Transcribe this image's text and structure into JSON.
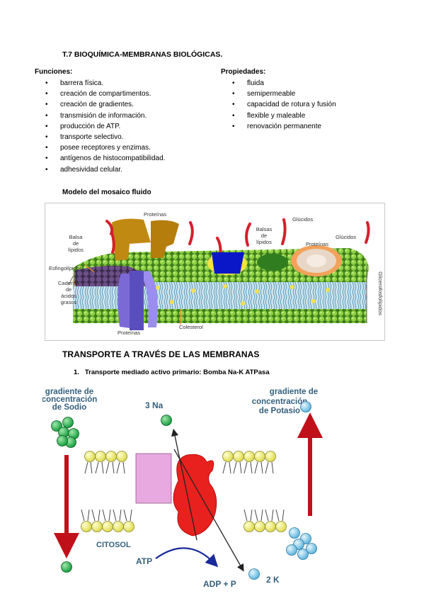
{
  "title": "T.7 BIOQUÍMICA-MEMBRANAS BIOLÓGICAS.",
  "funciones": {
    "heading": "Funciones:",
    "items": [
      "barrera física.",
      "creación de compartimentos.",
      "creación de gradientes.",
      "transmisión de información.",
      "producción de ATP.",
      "transporte selectivo.",
      "posee receptores y enzimas.",
      "antígenos de histocompatibilidad.",
      "adhesividad celular."
    ]
  },
  "propiedades": {
    "heading": "Propiedades:",
    "items": [
      "fluida",
      "semipermeable",
      "capacidad de rotura y fusión",
      "flexible y maleable",
      "renovación permanente"
    ]
  },
  "mosaico": {
    "heading": "Modelo del mosaico fluido",
    "labels": {
      "proteinas_top": "Proteínas",
      "balsa_left": [
        "Balsa",
        "de",
        "lípidos"
      ],
      "esfingolipidos": "Esfingolípidos",
      "cadenas": [
        "Cadenas",
        "de",
        "ácidos",
        "grasos"
      ],
      "proteinas_bottom": "Proteínas",
      "colesterol": "Colesterol",
      "balsas_mid": [
        "Balsas",
        "de",
        "lípidos"
      ],
      "glucidos_1": "Glúcidos",
      "glucidos_2": "Glúcidos",
      "proteinas_right": "Proteínas",
      "glicerofosfolipidos": "Glicerofosfolípidos"
    }
  },
  "transporte": {
    "heading": "TRANSPORTE A TRAVÉS DE LAS MEMBRANAS",
    "subheading": "1.   Transporte mediado activo primario: Bomba Na-K ATPasa",
    "labels": {
      "sodio": [
        "gradiente de",
        "concentración",
        "de Sodio"
      ],
      "potasio": [
        "gradiente de",
        "concentración",
        "de Potasio"
      ],
      "na": "3 Na",
      "citosol": "CITOSOL",
      "atp": "ATP",
      "adp": "ADP + P",
      "k": "2 K"
    },
    "colors": {
      "sodium": "#22b04a",
      "potassium": "#7cc7e8",
      "arrow": "#c0101a",
      "pump": "#e8211e",
      "box": "#e8a8e0",
      "lipid": "#f2ee7a"
    }
  }
}
